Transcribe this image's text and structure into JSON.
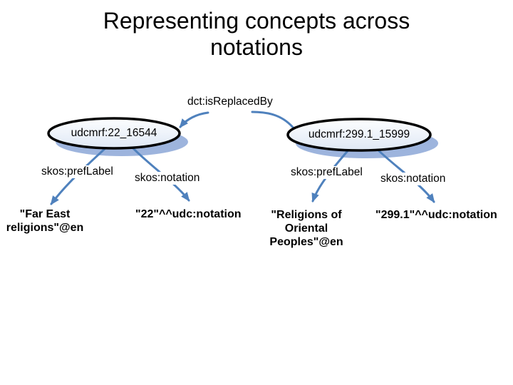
{
  "slide": {
    "title": "Representing concepts across\nnotations"
  },
  "colors": {
    "arrow": "#4f81bd",
    "shadow": "#9db4dd",
    "node_fill_top": "#fdfeff",
    "node_fill_bottom": "#dfe8f5",
    "node_border": "#000000"
  },
  "diagram": {
    "relation_label": "dct:isReplacedBy",
    "nodes": {
      "left": {
        "label": "udcmrf:22_16544"
      },
      "right": {
        "label": "udcmrf:299.1_15999"
      }
    },
    "left_edges": {
      "pref_label": "skos:prefLabel",
      "pref_value": "\"Far East\nreligions\"@en",
      "notation_label": "skos:notation",
      "notation_value": "\"22\"^^udc:notation"
    },
    "right_edges": {
      "pref_label": "skos:prefLabel",
      "pref_value": "\"Religions of\nOriental\nPeoples\"@en",
      "notation_label": "skos:notation",
      "notation_value": "\"299.1\"^^udc:notation"
    }
  }
}
